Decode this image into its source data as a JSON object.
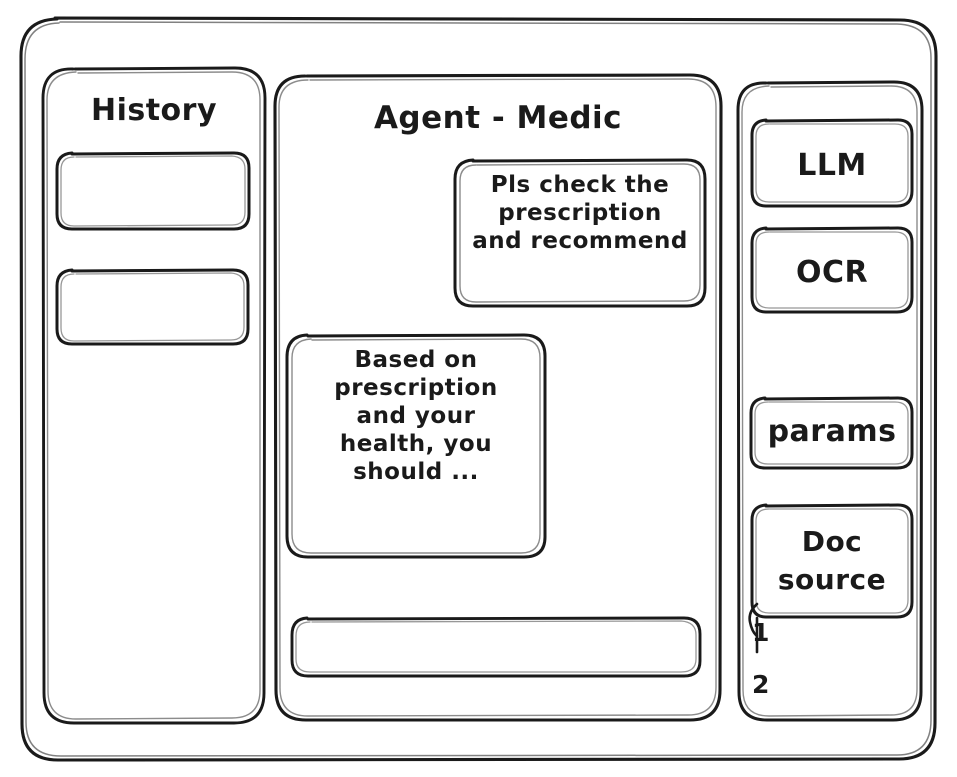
{
  "window": {
    "style": "hand-drawn-wireframe",
    "background": "#ffffff",
    "ink": "#1a1a1a"
  },
  "sidebar": {
    "title": "History",
    "items": [
      {
        "label": ""
      },
      {
        "label": ""
      }
    ]
  },
  "main": {
    "title": "Agent - Medic",
    "messages": [
      {
        "role": "user",
        "align": "right",
        "text": "Pls check the\nprescription\nand recommend"
      },
      {
        "role": "assistant",
        "align": "left",
        "text": "Based on\nprescription\nand your\nhealth, you\nshould ..."
      }
    ],
    "composer": {
      "value": "",
      "placeholder": ""
    }
  },
  "tools": {
    "buttons": [
      {
        "label": "LLM"
      },
      {
        "label": "OCR"
      },
      {
        "label": "params"
      },
      {
        "label": "Doc\nsource"
      }
    ],
    "doc_sources": [
      {
        "number": "1"
      },
      {
        "number": "2"
      }
    ]
  }
}
